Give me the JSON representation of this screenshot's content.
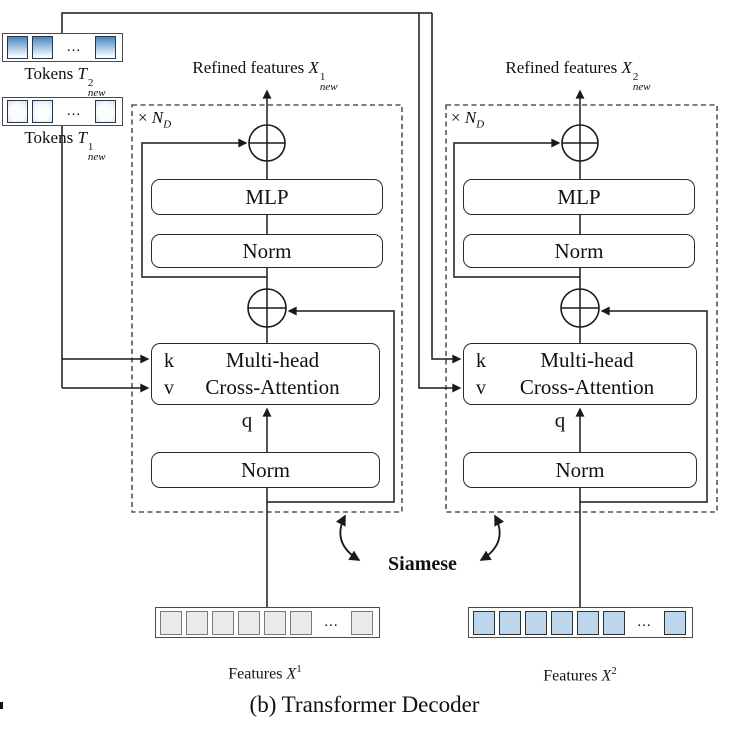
{
  "caption": "(b) Transformer Decoder",
  "siamese_label": "Siamese",
  "ellipsis": "...",
  "token_squares": {
    "before": 2,
    "after": 1
  },
  "feature_squares": {
    "before": 6,
    "after": 1
  },
  "tokens": [
    {
      "prefix": "Tokens ",
      "symbol": "T",
      "sup": "2",
      "sub": "new"
    },
    {
      "prefix": "Tokens ",
      "symbol": "T",
      "sup": "1",
      "sub": "new"
    }
  ],
  "blocks": [
    {
      "repeat_prefix": "× ",
      "repeat_symbol": "N",
      "repeat_sub": "D",
      "refined_prefix": "Refined features ",
      "refined_symbol": "X",
      "refined_sup": "1",
      "refined_sub": "new",
      "mlp": "MLP",
      "norm_top": "Norm",
      "attn_line1": "Multi-head",
      "attn_line2": "Cross-Attention",
      "k": "k",
      "v": "v",
      "q": "q",
      "norm_bottom": "Norm",
      "features_prefix": "Features ",
      "features_symbol": "X",
      "features_sup": "1"
    },
    {
      "repeat_prefix": "× ",
      "repeat_symbol": "N",
      "repeat_sub": "D",
      "refined_prefix": "Refined features ",
      "refined_symbol": "X",
      "refined_sup": "2",
      "refined_sub": "new",
      "mlp": "MLP",
      "norm_top": "Norm",
      "attn_line1": "Multi-head",
      "attn_line2": "Cross-Attention",
      "k": "k",
      "v": "v",
      "q": "q",
      "norm_bottom": "Norm",
      "features_prefix": "Features ",
      "features_symbol": "X",
      "features_sup": "2"
    }
  ],
  "colors": {
    "line": "#1a1a1a",
    "dashed_border": "#555555",
    "box_border": "#2b2b2b",
    "token_blue": "#4e86bd",
    "feature_gray": "#ebebeb",
    "feature_blue": "#bdd6ec"
  }
}
